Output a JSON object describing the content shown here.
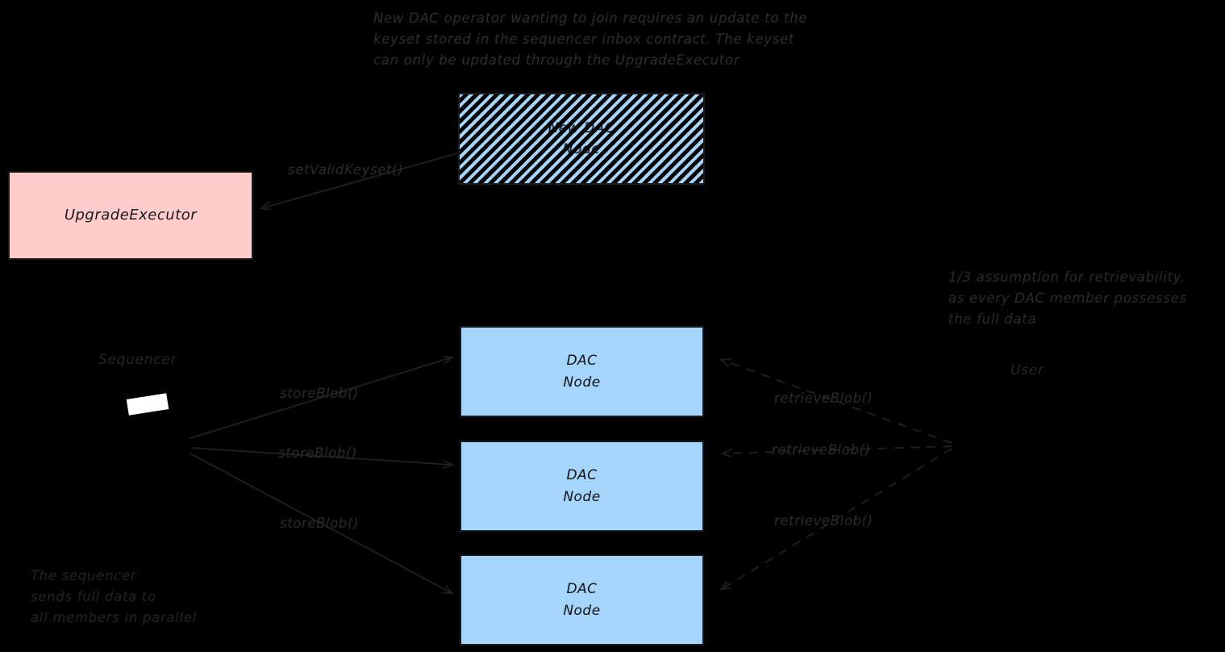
{
  "theme": {
    "background": "#000000",
    "box_pink": "#ffcccc",
    "box_blue": "#a5d5fb",
    "hatch_blue": "#a5d5fb",
    "stroke": "#1a1a1a",
    "annotation_text": "#2b2b2b"
  },
  "notes": {
    "keyset_update": "New DAC operator wanting to join requires an update to the\nkeyset stored in the sequencer inbox contract. The keyset\ncan only be updated through the UpgradeExecutor",
    "retrievability": "1/3 assumption for retrievability,\nas every DAC member possesses\nthe full data",
    "sequencer_parallel": "The sequencer\nsends full data to\nall members in parallel"
  },
  "nodes": {
    "upgrade_executor": "UpgradeExecutor",
    "new_dac_node": "New DAC\nNode",
    "dac_nodes": [
      "DAC\nNode",
      "DAC\nNode",
      "DAC\nNode"
    ]
  },
  "actors": {
    "sequencer": "Sequencer",
    "user": "User"
  },
  "edges": {
    "set_valid_keyset": "setValidKeyset()",
    "store_blob_1": "storeBlob()",
    "store_blob_2": "storeBlob()",
    "store_blob_3": "storeBlob()",
    "retrieve_blob_1": "retrieveBlob()",
    "retrieve_blob_2": "retrieveBlob()",
    "retrieve_blob_3": "retrieveBlob()"
  },
  "icons": {
    "sequencer_glyph": "sequencer-bar-icon"
  }
}
